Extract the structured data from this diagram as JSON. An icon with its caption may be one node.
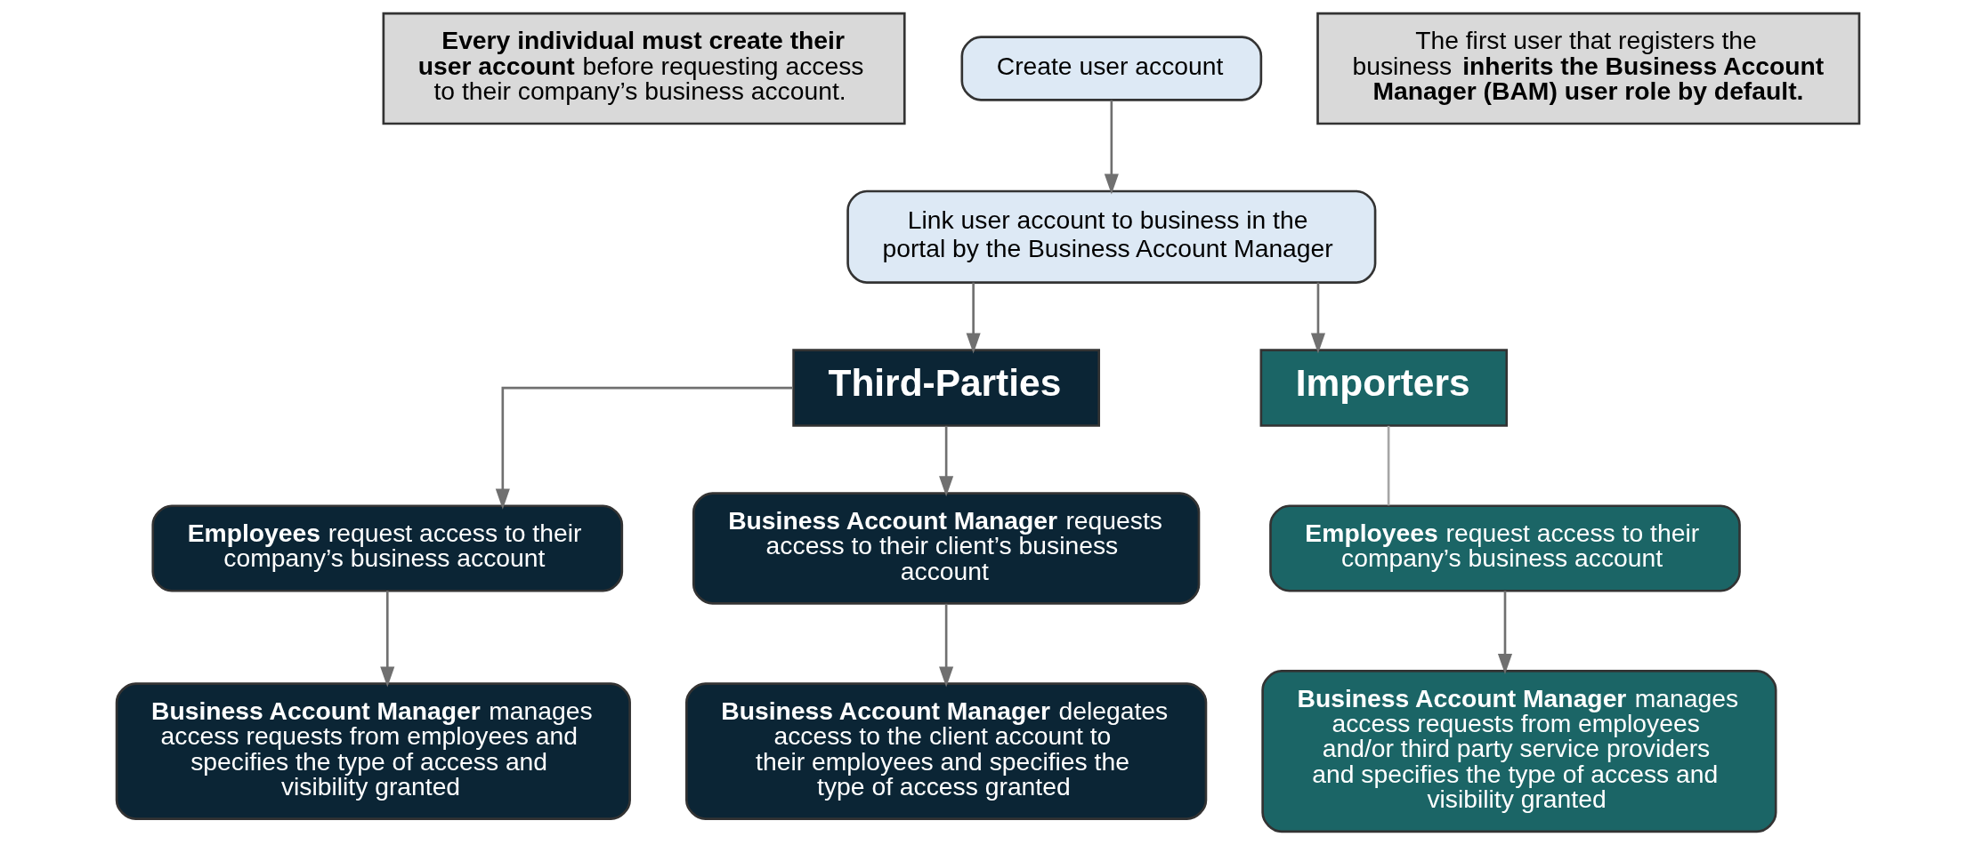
{
  "diagram": {
    "nodes": [
      {
        "text": [
          "**Every individual must create their user account** before requesting access to their company’s business account."
        ]
      },
      {
        "text": [
          "Create user account"
        ]
      },
      {
        "text": [
          "Link user account to business in the portal by the Business Account Manager"
        ]
      },
      {
        "text": [
          "The first user that registers the business **inherits the Business Account Manager (BAM) user role by default.**"
        ]
      },
      {
        "text": [
          "Third-Parties"
        ]
      },
      {
        "text": [
          "Importers"
        ]
      },
      {
        "text": [
          "**Employees** request access to their company’s business account"
        ]
      },
      {
        "text": [
          "**Business Account Manager** requests access to their client’s business account"
        ]
      },
      {
        "text": [
          "**Employees** request access to their company’s business account"
        ]
      },
      {
        "text": [
          "**Business Account Manager** manages access requests from employees and specifies the type of access and visibility granted"
        ]
      },
      {
        "text": [
          "**Business Account Manager** delegates access to the client account to their employees and specifies the type of access granted"
        ]
      },
      {
        "text": [
          "**Business Account Manager** manages access requests from employees and/or third party service providers and specifies the type of access and visibility granted"
        ]
      }
    ],
    "edges": [
      {
        "from": 1,
        "to": 2,
        "arrow": "to"
      },
      {
        "from": 2,
        "to": 4,
        "arrow": "to"
      },
      {
        "from": 2,
        "to": 5,
        "arrow": "to"
      },
      {
        "from": 4,
        "to": 6,
        "arrow": "to"
      },
      {
        "from": 4,
        "to": 7,
        "arrow": "to"
      },
      {
        "from": 5,
        "to": 8,
        "arrow": "none",
        "color": "#a6a6a6"
      },
      {
        "from": 6,
        "to": 9,
        "arrow": "to"
      },
      {
        "from": 7,
        "to": 10,
        "arrow": "to"
      },
      {
        "from": 8,
        "to": 11,
        "arrow": "to"
      }
    ]
  }
}
